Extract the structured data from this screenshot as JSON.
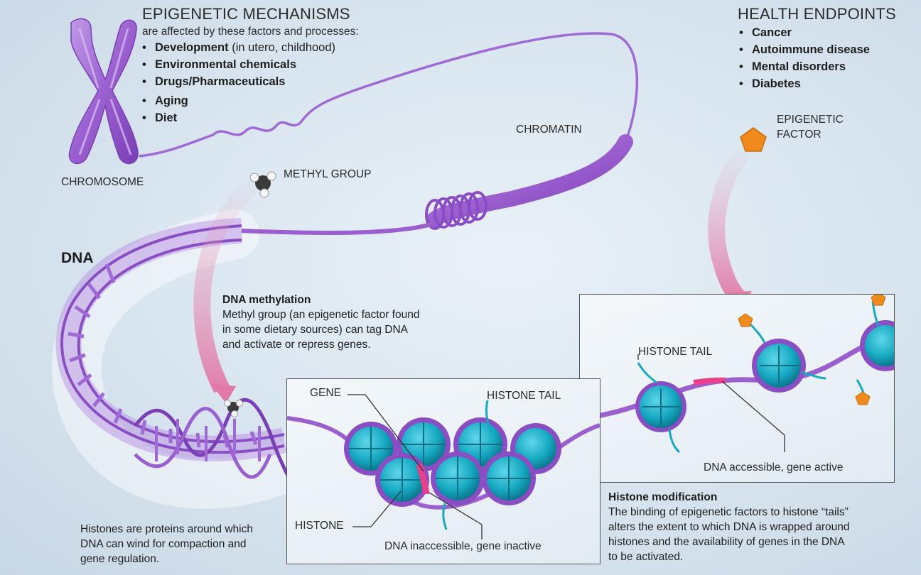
{
  "mechanisms": {
    "title": "EPIGENETIC MECHANISMS",
    "subtitle": "are affected by these factors and processes:",
    "items": [
      {
        "bold": "Development",
        "rest": " (in utero, childhood)"
      },
      {
        "bold": "Environmental chemicals",
        "rest": ""
      },
      {
        "bold": "Drugs/Pharmaceuticals",
        "rest": ""
      },
      {
        "bold": "Aging",
        "rest": ""
      },
      {
        "bold": "Diet",
        "rest": ""
      }
    ]
  },
  "health": {
    "title": "HEALTH ENDPOINTS",
    "items": [
      "Cancer",
      "Autoimmune disease",
      "Mental disorders",
      "Diabetes"
    ]
  },
  "labels": {
    "chromosome": "CHROMOSOME",
    "chromatin": "CHROMATIN",
    "methyl_group": "METHYL GROUP",
    "epigenetic_factor_line1": "EPIGENETIC",
    "epigenetic_factor_line2": "FACTOR",
    "dna": "DNA",
    "gene": "GENE",
    "histone_tail_left": "HISTONE TAIL",
    "histone_tail_right": "HISTONE TAIL",
    "histone": "HISTONE",
    "dna_inaccessible": "DNA inaccessible, gene inactive",
    "dna_accessible": "DNA accessible, gene active"
  },
  "methylation": {
    "title": "DNA methylation",
    "lines": [
      "Methyl group (an epigenetic factor found",
      "in some dietary sources) can tag DNA",
      "and activate or repress genes."
    ]
  },
  "histone_mod": {
    "title": "Histone modification",
    "lines": [
      "The binding of epigenetic factors to histone “tails”",
      "alters the extent to which DNA is wrapped around",
      "histones and the availability of genes in the DNA",
      "to be activated."
    ]
  },
  "histones_note": {
    "lines": [
      "Histones are proteins around which",
      "DNA can wind for compaction and",
      "gene regulation."
    ]
  },
  "colors": {
    "dna_purple": "#9b5fd0",
    "histone_teal": "#16a9c2",
    "gene_pink": "#e8408a",
    "factor_orange": "#f08a1c",
    "arrow_pink": "#e9a5c2"
  }
}
